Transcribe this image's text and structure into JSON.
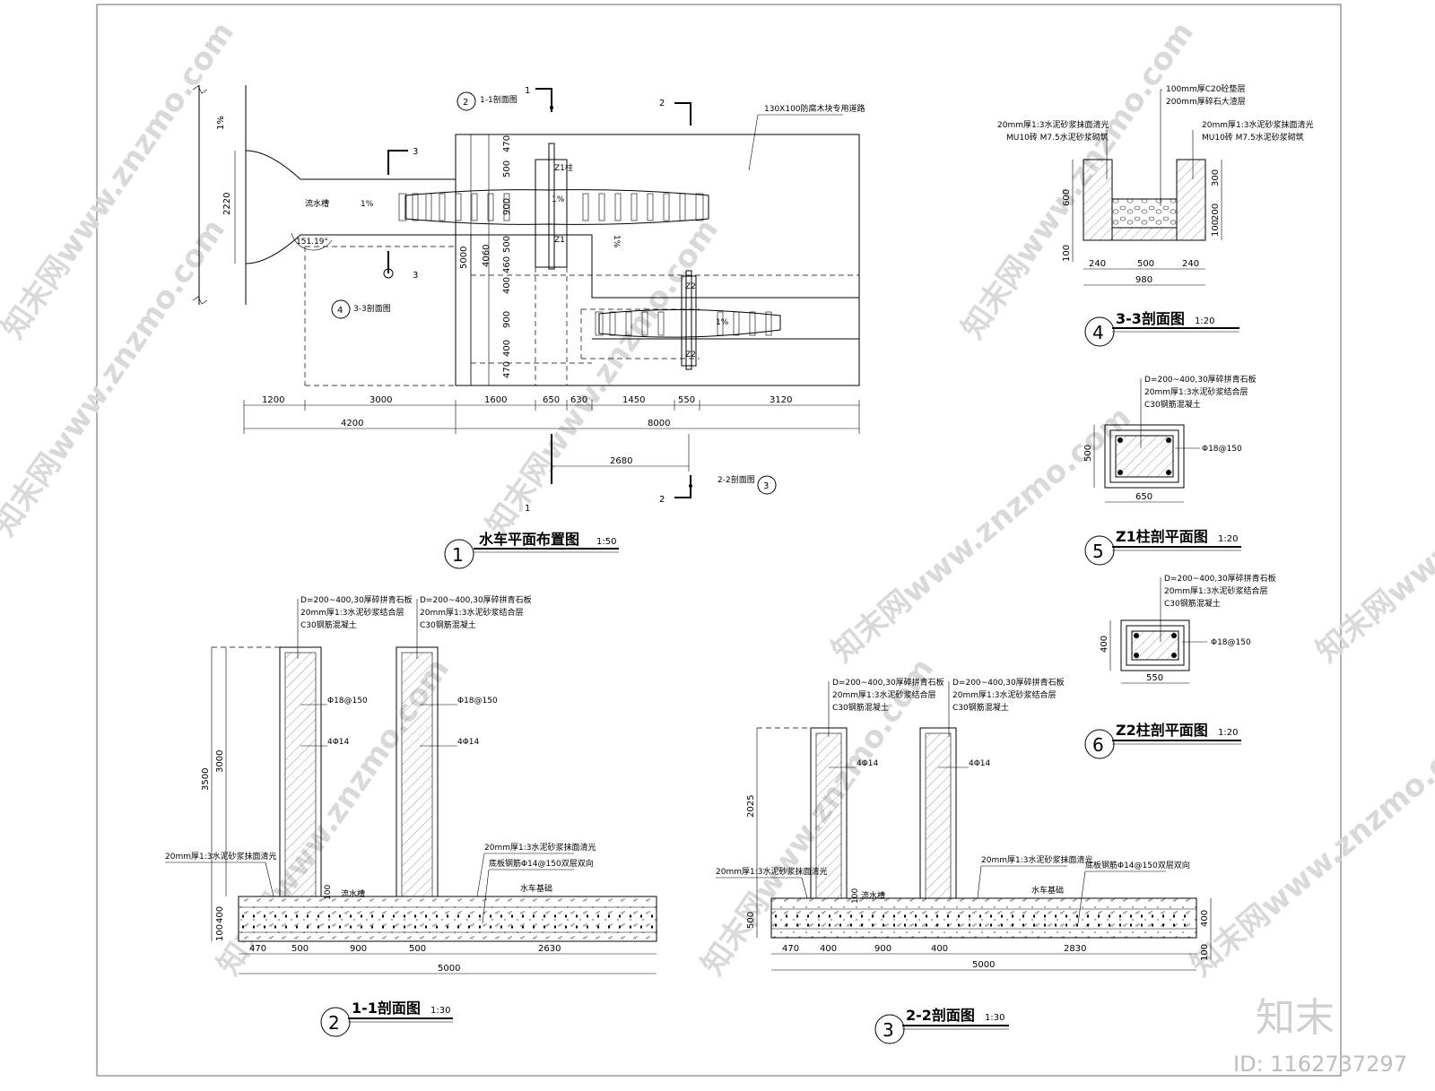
{
  "plan": {
    "title": "水车平面布置图",
    "scale": "1:50",
    "num": "1",
    "label_channel": "流水槽",
    "label_slope": "1%",
    "label_slope2": "1%",
    "label_slope3": "1%",
    "label_slope4": "1%",
    "label_slope5": "1%",
    "label_z1col": "Z1柱",
    "label_z1": "Z1",
    "label_z2a": "Z2",
    "label_z2b": "Z2",
    "label_angle": "151.19°",
    "label_board": "130X100防腐木块专用道路",
    "ref_1_1": "1-1剖面图",
    "ref_3_3": "3-3剖面图",
    "ref_2_2": "2-2剖面图",
    "cut1_top": "1",
    "cut1_bottom": "1",
    "cut2_top": "2",
    "cut2_bottom": "2",
    "cut3_top": "3",
    "cut3_bottom": "3",
    "bubble2": "2",
    "bubble4": "4",
    "bubble3": "3",
    "dims_top_row": [
      "1200",
      "3000",
      "1600",
      "650",
      "630",
      "1450",
      "550",
      "3120"
    ],
    "dims_total_row": [
      "4200",
      "8000"
    ],
    "dim_2680": "2680",
    "dim_2220": "2220",
    "dim_5000": "5000",
    "dim_4060": "4060",
    "dims_vert": [
      "470",
      "500",
      "900",
      "500",
      "460",
      "400",
      "900",
      "400",
      "470"
    ]
  },
  "s33": {
    "title": "3-3剖面图",
    "scale": "1:20",
    "num": "4",
    "notes_top": [
      "100mm厚C20砼垫层",
      "200mm厚碎石大渣层"
    ],
    "notes_left": [
      "20mm厚1:3水泥砂浆抹面清光",
      "MU10砖 M7.5水泥砂浆砌筑"
    ],
    "notes_right": [
      "20mm厚1:3水泥砂浆抹面清光",
      "MU10砖 M7.5水泥砂浆砌筑"
    ],
    "dims_bottom": [
      "240",
      "500",
      "240"
    ],
    "dim_total": "980",
    "dim_600": "600",
    "dim_100": "100",
    "dims_right": [
      "300",
      "200",
      "100"
    ]
  },
  "z1": {
    "title": "Z1柱剖平面图",
    "scale": "1:20",
    "num": "5",
    "notes": [
      "D=200~400,30厚碎拼青石板",
      "20mm厚1:3水泥砂浆结合层",
      "C30钢筋混凝土"
    ],
    "rebar": "Φ18@150",
    "dim_w": "650",
    "dim_h": "500"
  },
  "z2": {
    "title": "Z2柱剖平面图",
    "scale": "1:20",
    "num": "6",
    "notes": [
      "D=200~400,30厚碎拼青石板",
      "20mm厚1:3水泥砂浆结合层",
      "C30钢筋混凝土"
    ],
    "rebar": "Φ18@150",
    "dim_w": "550",
    "dim_h": "400"
  },
  "s11": {
    "title": "1-1剖面图",
    "scale": "1:30",
    "num": "2",
    "notes_col1": [
      "D=200~400,30厚碎拼青石板",
      "20mm厚1:3水泥砂浆结合层",
      "C30钢筋混凝土"
    ],
    "notes_col2": [
      "D=200~400,30厚碎拼青石板",
      "20mm厚1:3水泥砂浆结合层",
      "C30钢筋混凝土"
    ],
    "rebar_a1": "Φ18@150",
    "rebar_b1": "4Φ14",
    "rebar_a2": "Φ18@150",
    "rebar_b2": "4Φ14",
    "note_left": "20mm厚1:3水泥砂浆抹面清光",
    "note_right1": "20mm厚1:3水泥砂浆抹面清光",
    "note_right2": "底板钢筋Φ14@150双层双向",
    "small_label": "流水槽",
    "small_label2": "水车基础",
    "dim_100_inner": "100",
    "dims_bottom": [
      "470",
      "500",
      "900",
      "500",
      "2630"
    ],
    "dim_total": "5000",
    "dims_left": [
      "3500",
      "3000",
      "400",
      "100"
    ]
  },
  "s22": {
    "title": "2-2剖面图",
    "scale": "1:30",
    "num": "3",
    "notes_col1": [
      "D=200~400,30厚碎拼青石板",
      "20mm厚1:3水泥砂浆结合层",
      "C30钢筋混凝土"
    ],
    "notes_col2": [
      "D=200~400,30厚碎拼青石板",
      "20mm厚1:3水泥砂浆结合层",
      "C30钢筋混凝土"
    ],
    "rebar_1": "4Φ14",
    "rebar_2": "4Φ14",
    "note_left": "20mm厚1:3水泥砂浆抹面清光",
    "note_right1": "20mm厚1:3水泥砂浆抹面清光",
    "note_right2": "底板钢筋Φ14@150双层双向",
    "small_label": "流水槽",
    "small_label2": "水车基础",
    "dim_100_inner": "100",
    "dims_bottom": [
      "470",
      "400",
      "900",
      "400",
      "2830"
    ],
    "dim_total": "5000",
    "dims_left": [
      "2025",
      "500"
    ],
    "dims_right": [
      "400",
      "100"
    ]
  },
  "watermark": {
    "text": "知末网www.znzmo.com",
    "brand": "知末",
    "id": "ID: 1162737297"
  }
}
